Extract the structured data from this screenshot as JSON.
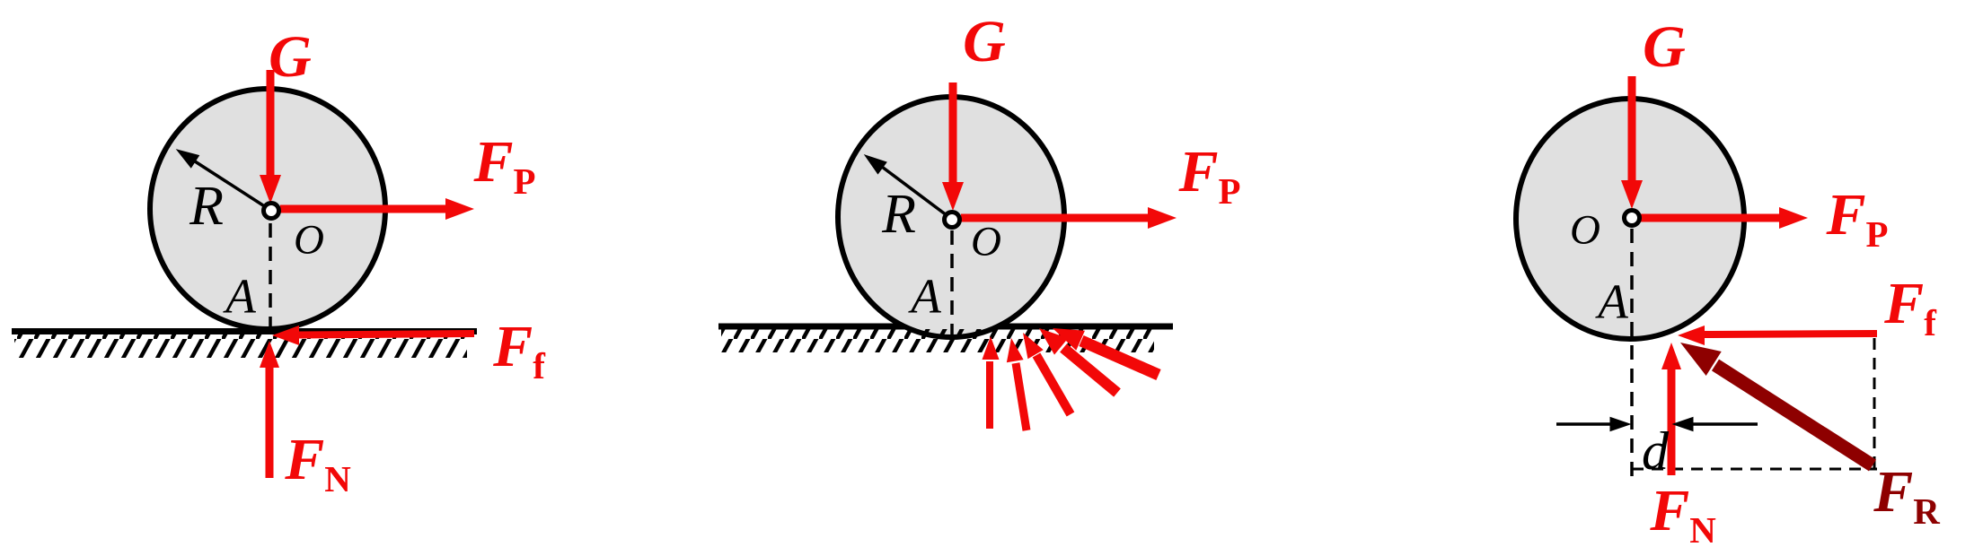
{
  "colors": {
    "force_red": "#f20808",
    "resultant_dark_red": "#8e0000",
    "wheel_fill": "#e0e0e0",
    "outline_black": "#000000"
  },
  "diagram1": {
    "gravity": "G",
    "radius": "R",
    "center": "O",
    "contact": "A",
    "pull": {
      "base": "F",
      "sub": "P"
    },
    "friction": {
      "base": "F",
      "sub": "f"
    },
    "normal": {
      "base": "F",
      "sub": "N"
    }
  },
  "diagram2": {
    "gravity": "G",
    "radius": "R",
    "center": "O",
    "contact": "A",
    "pull": {
      "base": "F",
      "sub": "P"
    }
  },
  "diagram3": {
    "gravity": "G",
    "center": "O",
    "contact": "A",
    "pull": {
      "base": "F",
      "sub": "P"
    },
    "friction": {
      "base": "F",
      "sub": "f"
    },
    "normal": {
      "base": "F",
      "sub": "N"
    },
    "resultant": {
      "base": "F",
      "sub": "R"
    },
    "distance": "d"
  }
}
